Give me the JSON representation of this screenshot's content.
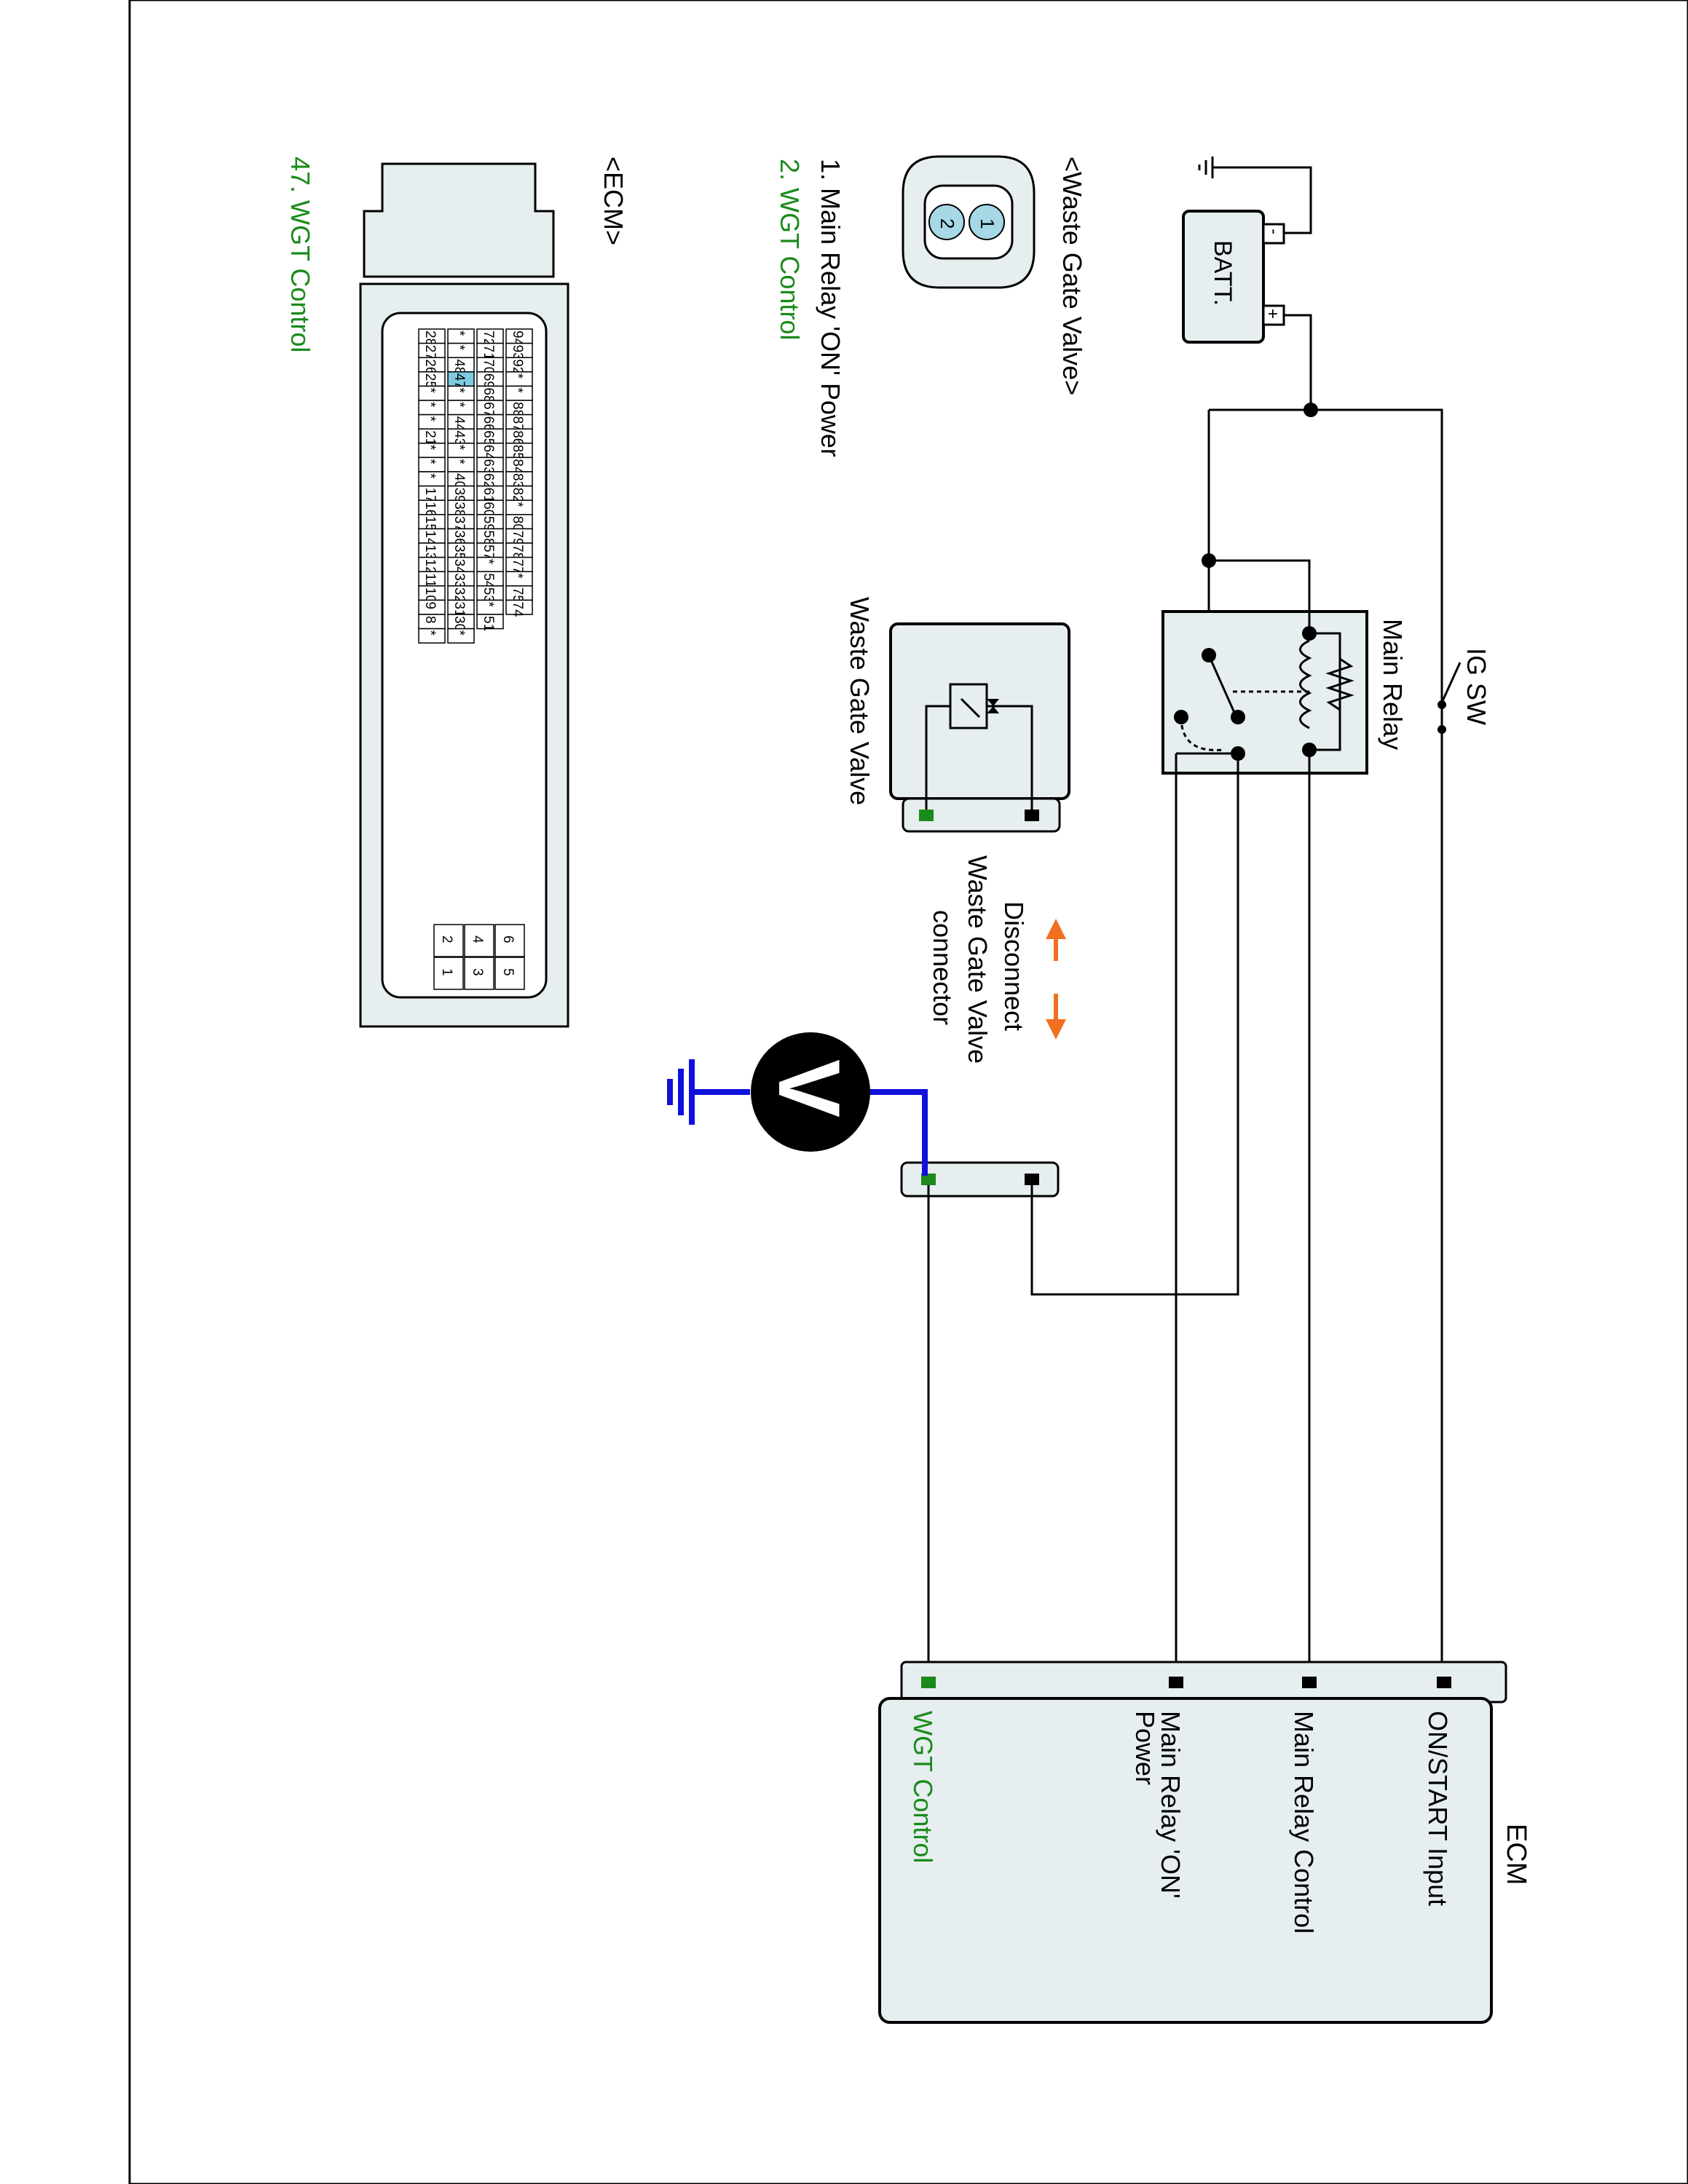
{
  "battery": {
    "label": "BATT.",
    "neg": "-",
    "pos": "+"
  },
  "ig_switch": {
    "label": "IG SW"
  },
  "main_relay": {
    "label": "Main Relay"
  },
  "wgv_component": {
    "label": "Waste Gate Valve"
  },
  "disconnect_note": {
    "line1": "Disconnect",
    "line2": "Waste Gate Valve",
    "line3": "connector"
  },
  "voltmeter": {
    "symbol": "V"
  },
  "ecm": {
    "title": "ECM",
    "pins": [
      "ON/START Input",
      "Main Relay Control",
      "Main Relay 'ON'",
      "Power",
      "WGT Control"
    ]
  },
  "wgv_connector": {
    "title": "<Waste Gate Valve>",
    "pin_numbers": [
      "2",
      "1"
    ],
    "legend": [
      "1. Main Relay 'ON' Power",
      "2. WGT Control"
    ]
  },
  "ecm_connector": {
    "title": "<ECM>",
    "legend": [
      "47. WGT Control"
    ],
    "highlight_pin": "47",
    "upper_rows": [
      [
        "94",
        "93",
        "92",
        "*",
        "*",
        "88",
        "87",
        "86",
        "85",
        "84",
        "83",
        "82",
        "*",
        "80",
        "79",
        "78",
        "77",
        "*",
        "75",
        "74"
      ],
      [
        "72",
        "71",
        "70",
        "69",
        "68",
        "67",
        "66",
        "65",
        "64",
        "63",
        "62",
        "61",
        "60",
        "59",
        "58",
        "57",
        "*",
        "54",
        "53",
        "*",
        "51"
      ],
      [
        "*",
        "*",
        "48",
        "47",
        "*",
        "*",
        "44",
        "43",
        "*",
        "*",
        "40",
        "39",
        "38",
        "37",
        "36",
        "35",
        "34",
        "33",
        "32",
        "31",
        "30",
        "*"
      ],
      [
        "28",
        "27",
        "26",
        "25",
        "*",
        "*",
        "*",
        "21",
        "*",
        "*",
        "*",
        "17",
        "16",
        "15",
        "14",
        "13",
        "12",
        "11",
        "10",
        "9",
        "8",
        "*"
      ]
    ],
    "small_block": [
      [
        "6",
        "5"
      ],
      [
        "4",
        "3"
      ],
      [
        "2",
        "1"
      ]
    ]
  },
  "colors": {
    "signal": "#1a8a1a",
    "probe": "#1010dd",
    "arrow": "#f07020",
    "highlight": "#7ecbe0",
    "fill": "#e6eef0"
  }
}
